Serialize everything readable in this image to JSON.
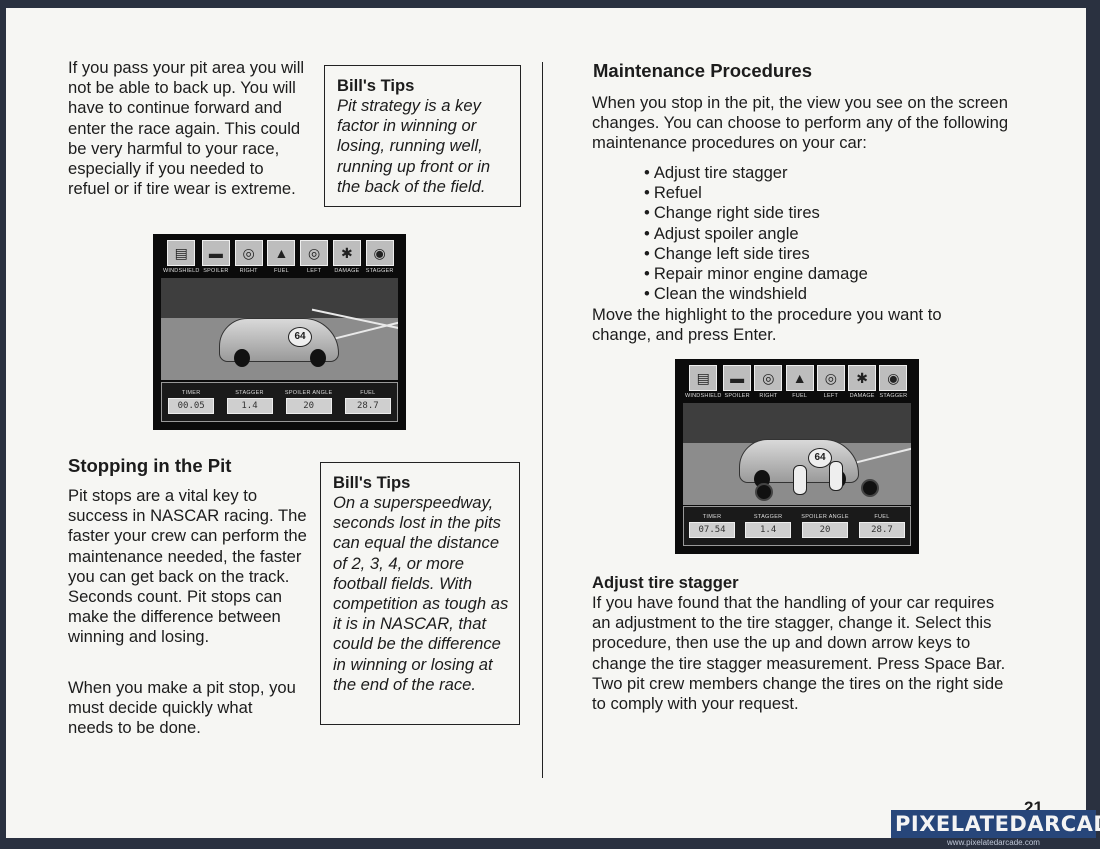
{
  "left": {
    "intro": "If you pass your pit area you will not be able to back up. You will have to continue forward and enter the race again. This could be very harmful to your race, especially if you needed to refuel or if tire wear is extreme.",
    "tip1": {
      "title": "Bill's Tips",
      "body": "Pit strategy is a key factor in winning or losing, running well, running up front or in the back of the field."
    },
    "section_heading": "Stopping in the Pit",
    "para1": "Pit stops are a vital key to success in NASCAR racing. The faster your crew can perform the maintenance needed, the faster you can get back on the track. Seconds count. Pit stops can make the difference between winning and losing.",
    "para2": "When you make a pit stop, you must decide quickly what needs to be done.",
    "tip2": {
      "title": "Bill's Tips",
      "body": "On a superspeedway, seconds lost in the pits can equal the distance of 2, 3, 4, or more football fields. With competition as tough as it is in NASCAR, that could be the difference in winning or losing at the end of the race."
    }
  },
  "screens": {
    "icon_labels": [
      "WINDSHIELD",
      "SPOILER",
      "RIGHT",
      "FUEL",
      "LEFT",
      "DAMAGE",
      "STAGGER"
    ],
    "icon_names": [
      "windshield-icon",
      "spoiler-icon",
      "right-tires-icon",
      "fuel-icon",
      "left-tires-icon",
      "damage-icon",
      "stagger-icon"
    ],
    "gauge_labels": [
      "TIMER",
      "STAGGER",
      "SPOILER ANGLE",
      "FUEL"
    ],
    "screen1_values": [
      "00.05",
      "1.4",
      "20",
      "28.7"
    ],
    "screen2_values": [
      "07.54",
      "1.4",
      "20",
      "28.7"
    ],
    "car_number": "64"
  },
  "right": {
    "heading": "Maintenance Procedures",
    "intro": "When you stop in the pit, the view you see on the screen changes. You can choose to perform any of the following maintenance procedures on your car:",
    "procedures": [
      "Adjust tire stagger",
      "Refuel",
      "Change right side tires",
      "Adjust spoiler angle",
      "Change left side tires",
      "Repair minor engine damage",
      "Clean the windshield"
    ],
    "instruction": "Move the highlight to the procedure you want to change, and press Enter.",
    "sub_heading": "Adjust tire stagger",
    "sub_body": "If you have found that the handling of your car requires an adjustment to the tire stagger, change it. Select this procedure, then use the up and down arrow keys to change the tire stagger measurement. Press Space Bar. Two pit crew members change the tires on the right side to comply with your request."
  },
  "page_number": "21",
  "watermark": {
    "main": "PIXELATEDARCADE",
    "url": "www.pixelatedarcade.com"
  }
}
